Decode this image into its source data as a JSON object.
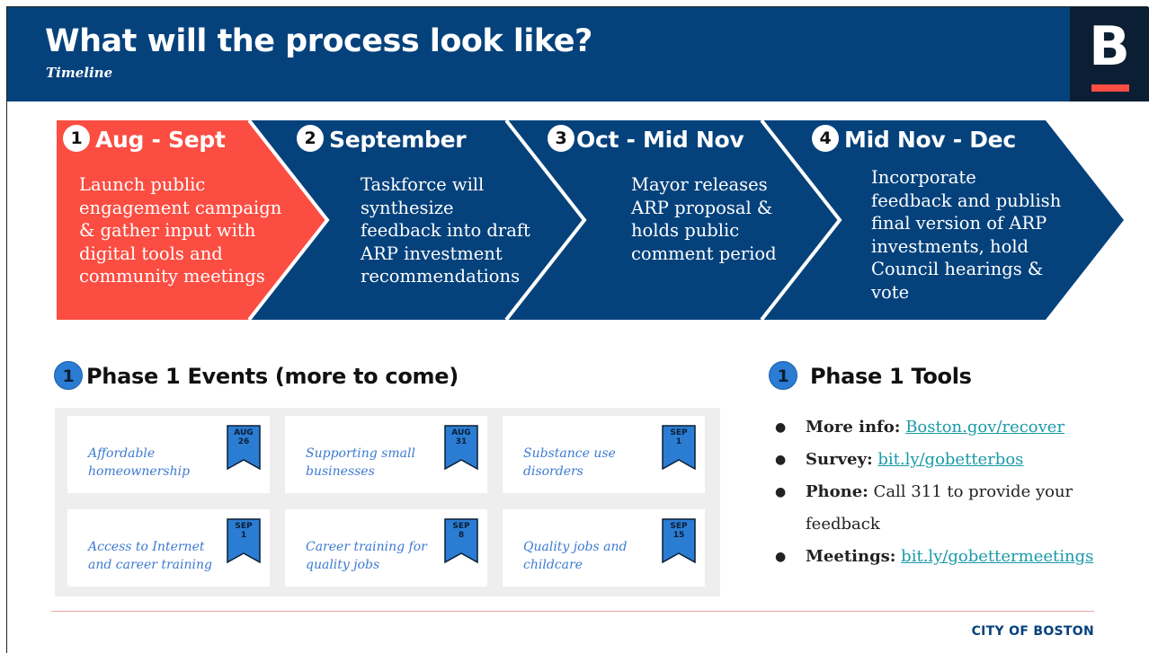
{
  "header": {
    "title": "What will the process look like?",
    "subtitle": "Timeline",
    "logo_letter": "B"
  },
  "colors": {
    "navy": "#05427c",
    "red": "#fb4d42",
    "logo_bg": "#0b1e33",
    "badge_blue": "#2b7cd3",
    "link_teal": "#1a9aa8"
  },
  "timeline": [
    {
      "num": "1",
      "title": "Aug - Sept",
      "lines": [
        "Launch public",
        "engagement campaign",
        "& gather input with",
        "digital tools and",
        "community meetings"
      ]
    },
    {
      "num": "2",
      "title": "September",
      "lines": [
        "Taskforce will",
        "synthesize",
        "feedback into draft",
        "ARP investment",
        "recommendations"
      ]
    },
    {
      "num": "3",
      "title": "Oct - Mid Nov",
      "lines": [
        "Mayor releases",
        "ARP proposal &",
        "holds public",
        "comment period"
      ]
    },
    {
      "num": "4",
      "title": "Mid Nov - Dec",
      "lines": [
        "Incorporate",
        "feedback and publish",
        "final version of ARP",
        "investments, hold",
        "Council hearings &",
        "vote"
      ]
    }
  ],
  "events_section": {
    "num": "1",
    "title": "Phase 1 Events (more to come)",
    "events": [
      {
        "lines": [
          "Affordable",
          "homeownership"
        ],
        "month": "AUG",
        "day": "26"
      },
      {
        "lines": [
          "Supporting small",
          "businesses"
        ],
        "month": "AUG",
        "day": "31"
      },
      {
        "lines": [
          "Substance use",
          "disorders"
        ],
        "month": "SEP",
        "day": "1"
      },
      {
        "lines": [
          "Access to Internet",
          "and career training"
        ],
        "month": "SEP",
        "day": "1"
      },
      {
        "lines": [
          "Career training for",
          "quality jobs"
        ],
        "month": "SEP",
        "day": "8"
      },
      {
        "lines": [
          "Quality jobs and",
          "childcare"
        ],
        "month": "SEP",
        "day": "15"
      }
    ]
  },
  "tools_section": {
    "num": "1",
    "title": "Phase 1 Tools",
    "items": [
      {
        "label": "More info:",
        "text": "",
        "link": "Boston.gov/recover"
      },
      {
        "label": "Survey:",
        "text": "",
        "link": "bit.ly/gobetterbos"
      },
      {
        "label": "Phone:",
        "text": "Call 311 to provide your feedback",
        "link": ""
      },
      {
        "label": "Meetings:",
        "text": "",
        "link": "bit.ly/gobettermeetings"
      }
    ]
  },
  "footer": {
    "text": "CITY OF BOSTON"
  }
}
